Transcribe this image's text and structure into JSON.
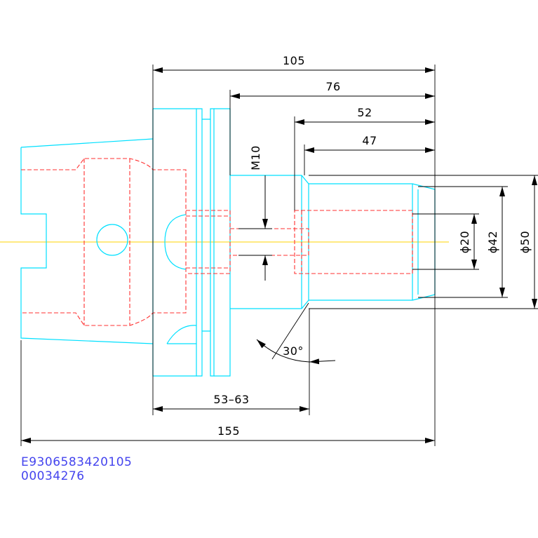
{
  "dimensions": {
    "overall_length": "155",
    "length_105": "105",
    "length_76": "76",
    "length_52": "52",
    "length_47": "47",
    "adjust_range": "53–63",
    "thread": "M10",
    "angle": "30°",
    "dia_20": "ϕ20",
    "dia_42": "ϕ42",
    "dia_50": "ϕ50"
  },
  "drawing_code": {
    "part_number": "E9306583420105",
    "ref_number": "00034276"
  },
  "colors": {
    "outline": "#00e0ff",
    "hidden_lines": "#ff3030",
    "center_line": "#ffd400",
    "dimension": "#000000",
    "code_text": "#4444ee"
  }
}
